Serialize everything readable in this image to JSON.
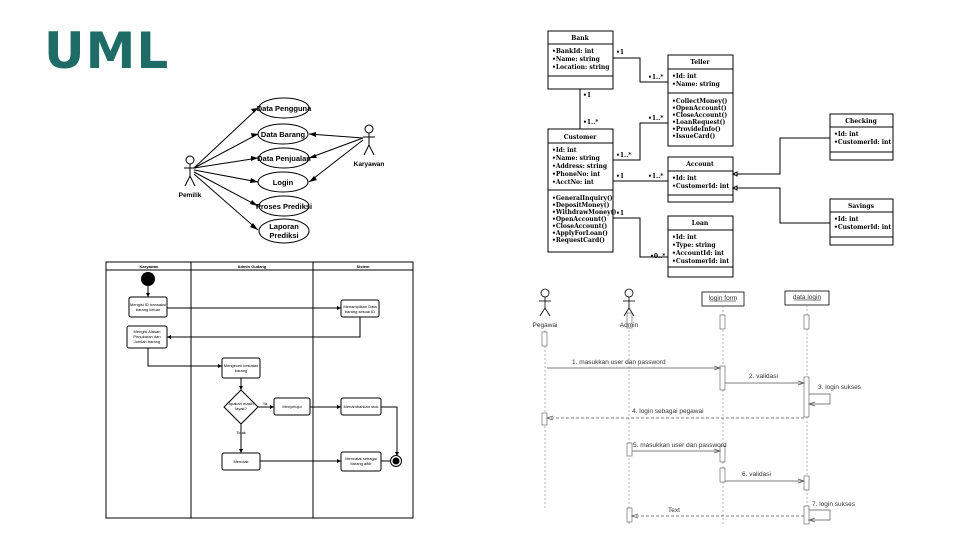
{
  "title": "UML",
  "usecase": {
    "actors": [
      "Pemilik",
      "Karyawan"
    ],
    "cases": [
      "Data Pengguna",
      "Data Barang",
      "Data Penjualan",
      "Login",
      "Proses Prediksi",
      "Laporan",
      "Prediksi"
    ]
  },
  "activity": {
    "lanes": [
      "Karyawan",
      "Admin Gudang",
      "Sistem"
    ],
    "nodes": {
      "n1a": "Mengisi ID transaksi",
      "n1b": "barang keluar",
      "n2a": "Menampilkan Data",
      "n2b": "barang sesuai ID",
      "n3a": "Mengisi Alasan",
      "n3b": "Penukaran dan",
      "n3c": "Jumlah barang",
      "n4a": "Mengecek kesiatan",
      "n4b": "barang",
      "d1a": "Apakah masih",
      "d1b": "layak?",
      "ya": "Ya",
      "tidak": "Tidak",
      "n5": "Menyetujui",
      "n6": "Menambahkan stok",
      "n7": "Menolak",
      "n8a": "Mencatat sebagai",
      "n8b": "barang afkir"
    }
  },
  "classdiag": {
    "bank": {
      "name": "Bank",
      "attrs": [
        "•BankId: int",
        "•Name: string",
        "•Location: string"
      ]
    },
    "teller": {
      "name": "Teller",
      "attrs": [
        "•Id: int",
        "•Name: string"
      ],
      "ops": [
        "•CollectMoney()",
        "•OpenAccount()",
        "•CloseAccount()",
        "•LoanRequest()",
        "•ProvideInfo()",
        "•IssueCard()"
      ]
    },
    "customer": {
      "name": "Customer",
      "attrs": [
        "•Id: int",
        "•Name: string",
        "•Address: string",
        "•PhoneNo: int",
        "•AcctNo: int"
      ],
      "ops": [
        "•GeneralInquiry()",
        "•DepositMoney()",
        "•WithdrawMoney()",
        "•OpenAccount()",
        "•CloseAccount()",
        "•ApplyForLoan()",
        "•RequestCard()"
      ]
    },
    "account": {
      "name": "Account",
      "attrs": [
        "•Id: int",
        "•CustomerId: int"
      ]
    },
    "loan": {
      "name": "Loan",
      "attrs": [
        "•Id: int",
        "•Type: string",
        "•AccountId: int",
        "•CustomerId: int"
      ]
    },
    "checking": {
      "name": "Checking",
      "attrs": [
        "•Id: int",
        "•CustomerId: int"
      ]
    },
    "savings": {
      "name": "Savings",
      "attrs": [
        "•Id: int",
        "•CustomerId: int"
      ]
    },
    "mult": {
      "one": "•1",
      "many": "•1..*",
      "zeromany": "•0..*"
    }
  },
  "sequence": {
    "participants": [
      "Pegawai",
      "Admin",
      "login form",
      "data login"
    ],
    "messages": [
      "1. masukkan user dan password",
      "2. validasi",
      "3. login sukses",
      "4. login sebagai pegawai",
      "5. masukkan user dan password",
      "6. validasi",
      "7. login sukses",
      "Text"
    ]
  }
}
